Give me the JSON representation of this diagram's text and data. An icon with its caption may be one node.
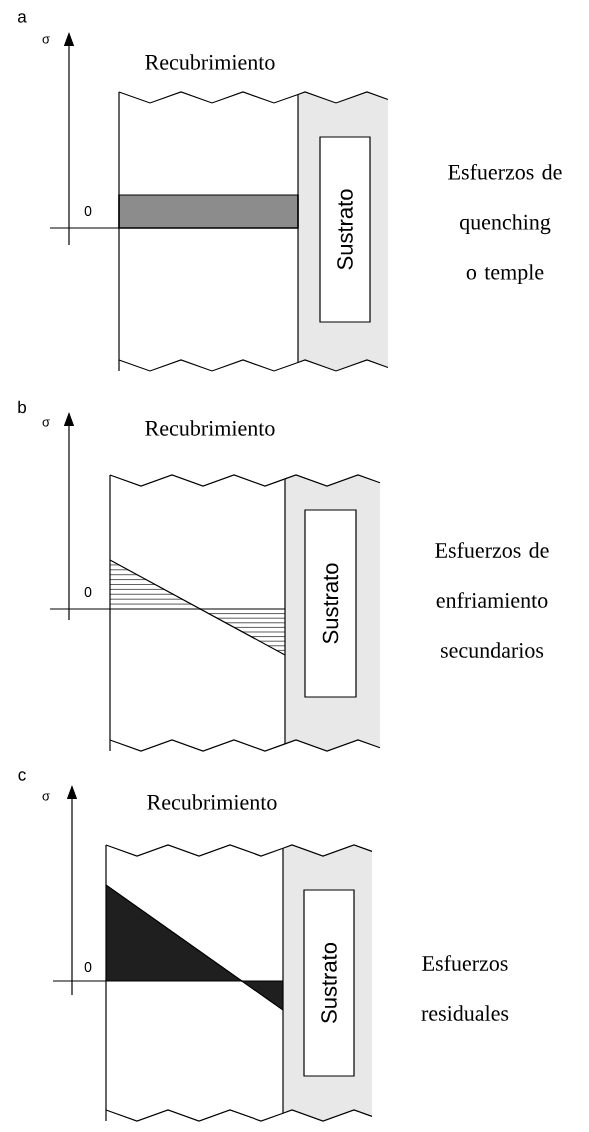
{
  "diagram": {
    "nodes": [
      {
        "text": [
          "Recubrimiento"
        ]
      },
      {
        "text": [
          "Sustrato"
        ]
      },
      {
        "text": [
          "Recubrimiento"
        ]
      },
      {
        "text": [
          "Sustrato"
        ]
      },
      {
        "text": [
          "Recubrimiento"
        ]
      },
      {
        "text": [
          "Sustrato"
        ]
      }
    ],
    "labels": [
      "a",
      "σ",
      "0",
      "Esfuerzos de quenching o temple",
      "b",
      "σ",
      "0",
      "Esfuerzos de enfriamiento secundarios",
      "c",
      "σ",
      "0",
      "Esfuerzos residuales"
    ]
  }
}
